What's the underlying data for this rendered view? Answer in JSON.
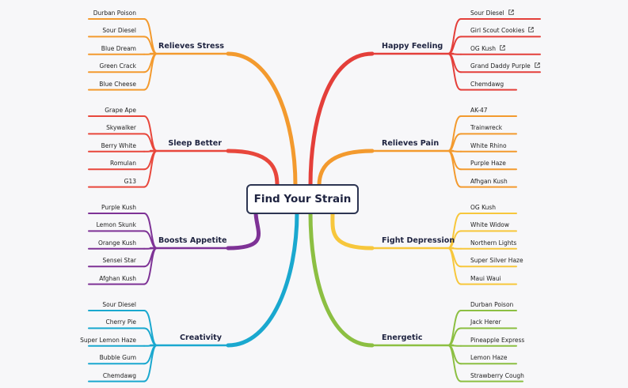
{
  "center": {
    "label": "Find Your Strain"
  },
  "branches": [
    {
      "label": "Relieves Stress",
      "side": "left",
      "color": "#f39a2e",
      "items": [
        {
          "label": "Durban Poison"
        },
        {
          "label": "Sour Diesel"
        },
        {
          "label": "Blue Dream"
        },
        {
          "label": "Green Crack"
        },
        {
          "label": "Blue Cheese"
        }
      ]
    },
    {
      "label": "Sleep Better",
      "side": "left",
      "color": "#e8473c",
      "items": [
        {
          "label": "Grape Ape"
        },
        {
          "label": "Skywalker"
        },
        {
          "label": "Berry White"
        },
        {
          "label": "Romulan"
        },
        {
          "label": "G13"
        }
      ]
    },
    {
      "label": "Boosts Appetite",
      "side": "left",
      "color": "#7e3296",
      "items": [
        {
          "label": "Purple Kush"
        },
        {
          "label": "Lemon Skunk"
        },
        {
          "label": "Orange Kush"
        },
        {
          "label": "Sensei Star"
        },
        {
          "label": "Afghan Kush"
        }
      ]
    },
    {
      "label": "Creativity",
      "side": "left",
      "color": "#1aa8cf",
      "items": [
        {
          "label": "Sour Diesel"
        },
        {
          "label": "Cherry Pie"
        },
        {
          "label": "Super Lemon Haze"
        },
        {
          "label": "Bubble Gum"
        },
        {
          "label": "Chemdawg"
        }
      ]
    },
    {
      "label": "Happy Feeling",
      "side": "right",
      "color": "#e43f3a",
      "items": [
        {
          "label": "Sour Diesel",
          "link": true
        },
        {
          "label": "Girl Scout Cookies",
          "link": true
        },
        {
          "label": "OG Kush",
          "link": true
        },
        {
          "label": "Grand Daddy Purple",
          "link": true
        },
        {
          "label": "Chemdawg"
        }
      ]
    },
    {
      "label": "Relieves Pain",
      "side": "right",
      "color": "#f39a2e",
      "items": [
        {
          "label": "AK-47"
        },
        {
          "label": "Trainwreck"
        },
        {
          "label": "White Rhino"
        },
        {
          "label": "Purple Haze"
        },
        {
          "label": "Afhgan Kush"
        }
      ]
    },
    {
      "label": "Fight Depression",
      "side": "right",
      "color": "#f7c73c",
      "items": [
        {
          "label": "OG Kush"
        },
        {
          "label": "White Widow"
        },
        {
          "label": "Northern Lights"
        },
        {
          "label": "Super Silver Haze"
        },
        {
          "label": "Maui Waui"
        }
      ]
    },
    {
      "label": "Energetic",
      "side": "right",
      "color": "#8cbf42",
      "items": [
        {
          "label": "Durban Poison"
        },
        {
          "label": "Jack Herer"
        },
        {
          "label": "Pineapple Express"
        },
        {
          "label": "Lemon Haze"
        },
        {
          "label": "Strawberry Cough"
        }
      ]
    }
  ],
  "icons": {
    "external_link": "external-link-icon"
  }
}
